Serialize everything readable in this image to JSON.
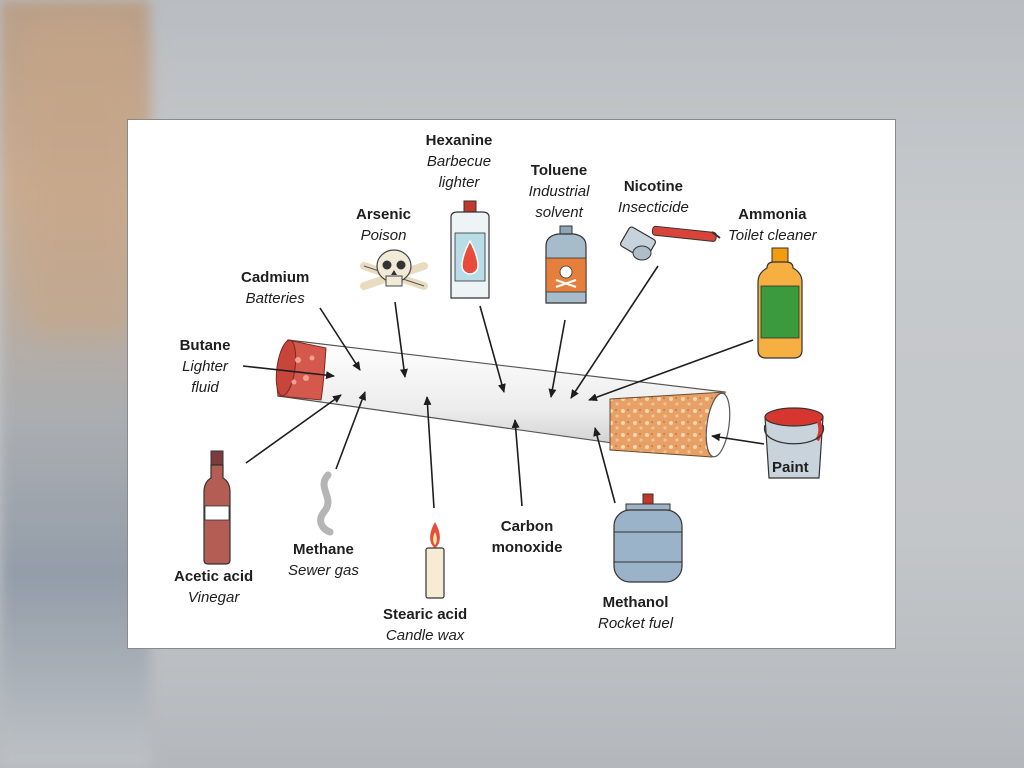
{
  "labels": {
    "hexanine": {
      "name": "Hexanine",
      "desc": "Barbecue lighter"
    },
    "toluene": {
      "name": "Toluene",
      "desc": "Industrial solvent"
    },
    "nicotine": {
      "name": "Nicotine",
      "desc": "Insecticide"
    },
    "ammonia": {
      "name": "Ammonia",
      "desc": "Toilet cleaner"
    },
    "arsenic": {
      "name": "Arsenic",
      "desc": "Poison"
    },
    "cadmium": {
      "name": "Cadmium",
      "desc": "Batteries"
    },
    "butane": {
      "name": "Butane",
      "desc": "Lighter fluid"
    },
    "acetic": {
      "name": "Acetic acid",
      "desc": "Vinegar"
    },
    "methane": {
      "name": "Methane",
      "desc": "Sewer gas"
    },
    "stearic": {
      "name": "Stearic acid",
      "desc": "Candle wax"
    },
    "carbon": {
      "name": "Carbon monoxide",
      "desc": ""
    },
    "methanol": {
      "name": "Methanol",
      "desc": "Rocket fuel"
    },
    "paint": {
      "name": "Paint",
      "desc": ""
    }
  },
  "colors": {
    "cigarette_paper": "#f1f1f1",
    "filter": "#e6a064",
    "ember": "#c8453c",
    "arrow": "#1e1e1e"
  },
  "icons": [
    "flame-bottle-icon",
    "poison-bottle-icon",
    "spray-can-icon",
    "green-bottle-icon",
    "skull-crossbones-icon",
    "vinegar-bottle-icon",
    "smoke-icon",
    "candle-icon",
    "gas-cylinder-icon",
    "paint-bucket-icon"
  ]
}
